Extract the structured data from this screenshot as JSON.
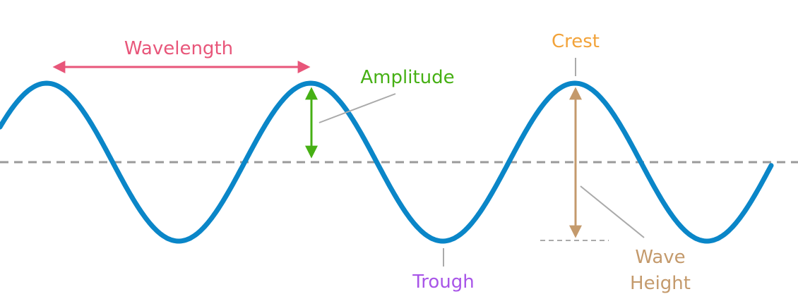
{
  "labels": {
    "wavelength": "Wavelength",
    "amplitude": "Amplitude",
    "crest": "Crest",
    "trough": "Trough",
    "wave_height_line1": "Wave",
    "wave_height_line2": "Height"
  },
  "colors": {
    "wave": "#0a86c8",
    "baseline": "#9a9a9a",
    "wavelength": "#e8567a",
    "amplitude": "#46b014",
    "crest": "#f2a33a",
    "trough": "#a855e8",
    "wave_height": "#c49a6c",
    "leader": "#aaaaaa"
  }
}
